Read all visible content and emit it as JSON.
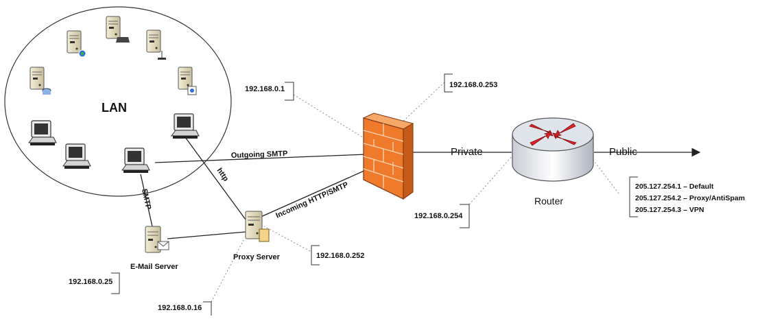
{
  "lan": {
    "label": "LAN"
  },
  "links": {
    "outgoing_smtp": "Outgoing SMTP",
    "incoming": "Incoming HTTP/SMTP",
    "http": "http",
    "smtp": "SMTP",
    "private": "Private",
    "public": "Public"
  },
  "devices": {
    "router": "Router",
    "proxy": "Proxy Server",
    "email": "E-Mail Server"
  },
  "callouts": {
    "lan_ip": "192.168.0.1",
    "fw_outer_ip": "192.168.0.253",
    "fw_inner_ip": "192.168.0.254",
    "proxy_ip": "192.168.0.252",
    "email_ip": "192.168.0.25",
    "proxy_client_ip": "192.168.0.16"
  },
  "public_ips": [
    "205.127.254.1 – Default",
    "205.127.254.2 – Proxy/AntiSpam",
    "205.127.254.3 – VPN"
  ],
  "colors": {
    "firewall": "#f07a2c",
    "router_arrows": "#e0242a",
    "line": "#222222",
    "dotted": "#888888"
  }
}
